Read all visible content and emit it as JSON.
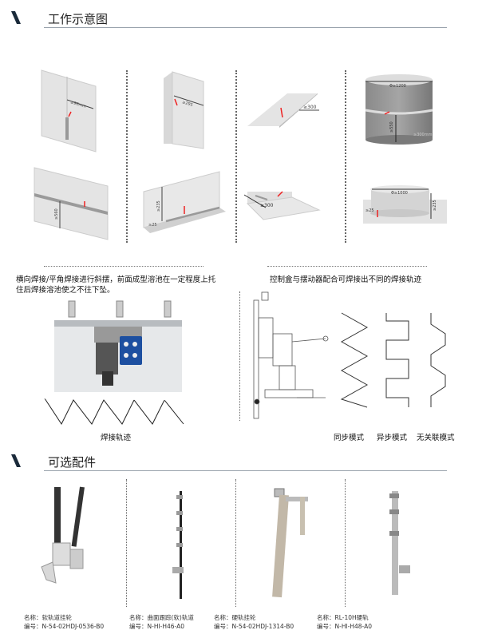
{
  "section1": {
    "title": "工作示意图"
  },
  "diagrams": {
    "d1": "≥90mm",
    "d2": "≥295",
    "d3": "≥300",
    "d4_dia": "Φ≥1200",
    "d4_h": "≥550",
    "d4_w": "≥300mm",
    "d5": "≥560",
    "d6_h": "≥235",
    "d6_w": "≥25",
    "d7": "≥300",
    "d8_dia": "Φ≥1000",
    "d8_h": "≥235",
    "d8_w": "≥25"
  },
  "captions": {
    "left": "横向焊接/平角焊接进行斜摆，前面成型溶池在一定程度上托住后焊接溶池使之不往下坠。",
    "right": "控制盒与摆动器配合可焊接出不同的焊接轨迹"
  },
  "trajectory_label": "焊接轨迹",
  "modes": [
    "同步模式",
    "异步模式",
    "无关联模式"
  ],
  "section2": {
    "title": "可选配件"
  },
  "parts": [
    {
      "name": "名称：软轨道挂轮",
      "code": "编号：N-54-02HDJ-0536-B0"
    },
    {
      "name": "名称：曲面跟踪(软)轨道",
      "code": "编号：N-HI-H46-A0"
    },
    {
      "name": "名称：硬轨挂轮",
      "code": "编号：N-54-02HDJ-1314-B0"
    },
    {
      "name": "名称：RL-10H硬轨",
      "code": "编号：N-HI-H48-A0"
    }
  ]
}
